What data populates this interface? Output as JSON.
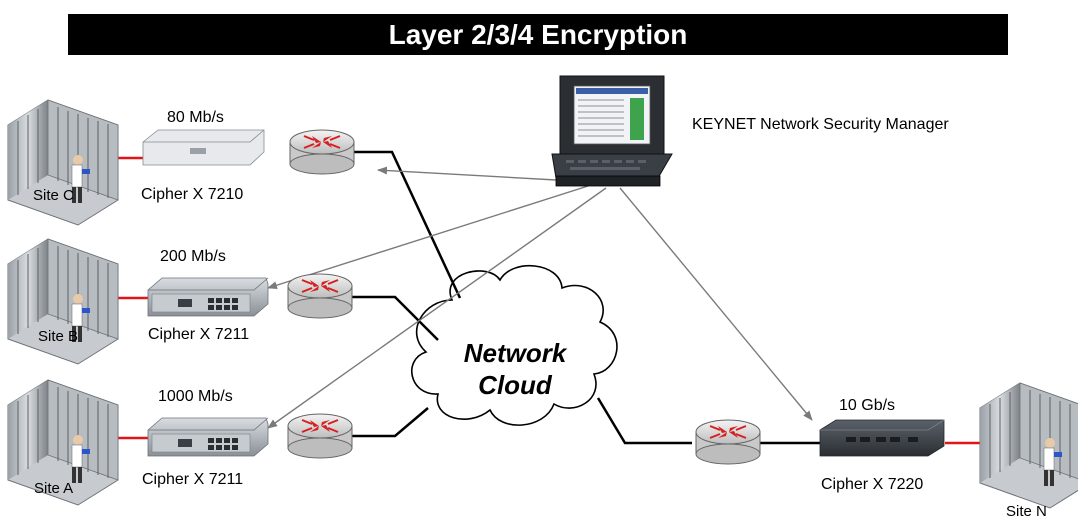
{
  "title": "Layer 2/3/4 Encryption",
  "manager": {
    "label": "KEYNET Network Security Manager"
  },
  "cloud": {
    "line1": "Network",
    "line2": "Cloud"
  },
  "sites": [
    {
      "id": "c",
      "site": "Site C",
      "device": "Cipher X 7210",
      "speed": "80 Mb/s"
    },
    {
      "id": "b",
      "site": "Site B",
      "device": "Cipher X 7211",
      "speed": "200 Mb/s"
    },
    {
      "id": "a",
      "site": "Site A",
      "device": "Cipher X 7211",
      "speed": "1000 Mb/s"
    },
    {
      "id": "n",
      "site": "Site N",
      "device": "Cipher X 7220",
      "speed": "10 Gb/s"
    }
  ],
  "colors": {
    "link_red": "#e0161b",
    "mgmt_arrow": "#7a7a7a",
    "wan_line": "#000000",
    "title_bg": "#000000"
  }
}
